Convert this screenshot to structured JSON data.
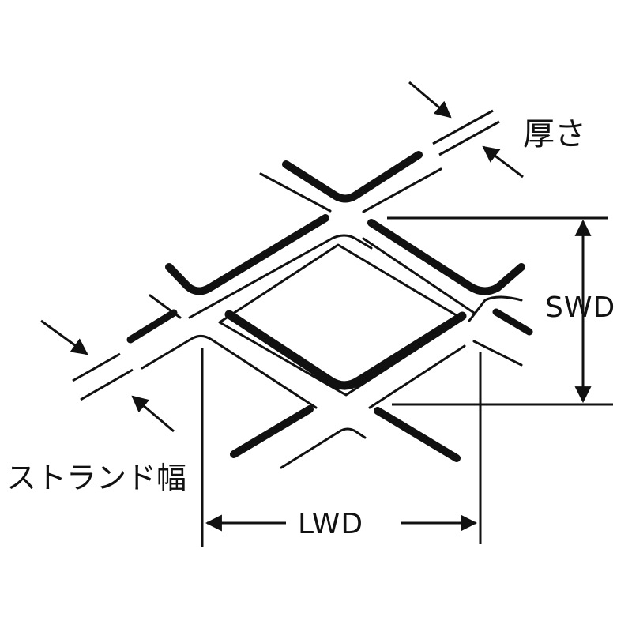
{
  "labels": {
    "thickness": "厚さ",
    "swd": "SWD",
    "lwd": "LWD",
    "strand_width": "ストランド幅"
  },
  "colors": {
    "ink": "#111111",
    "background": "#ffffff"
  }
}
